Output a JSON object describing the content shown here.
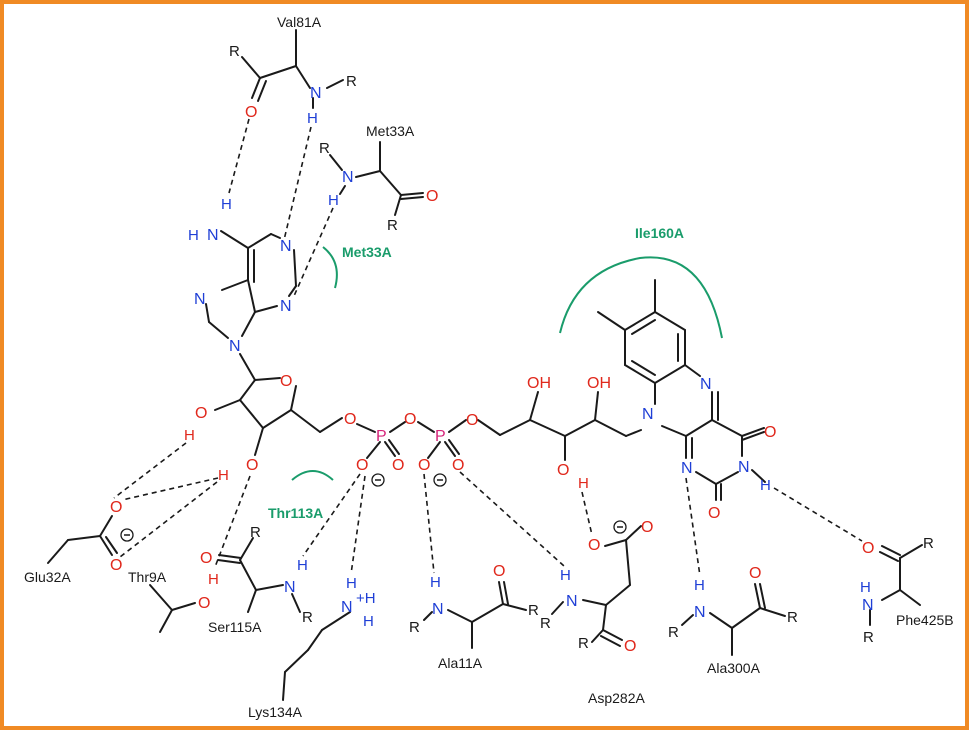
{
  "residues": {
    "val81": "Val81A",
    "met33_top": "Met33A",
    "met33_hydro": "Met33A",
    "ile160": "Ile160A",
    "thr113": "Thr113A",
    "glu32": "Glu32A",
    "thr9": "Thr9A",
    "ser115": "Ser115A",
    "lys134": "Lys134A",
    "ala11": "Ala11A",
    "asp282": "Asp282A",
    "ala300": "Ala300A",
    "phe425": "Phe425B"
  },
  "atoms": {
    "N": "N",
    "O": "O",
    "H": "H",
    "P": "P",
    "R": "R",
    "OH": "OH",
    "NH3": "N",
    "plus_h": "+H"
  },
  "colors": {
    "border": "#f08a24",
    "nitrogen": "#1f3fd6",
    "oxygen": "#e0281c",
    "phosphorus": "#d6247a",
    "hydrophobic": "#1a9c6b",
    "bond": "#1a1a1a"
  }
}
